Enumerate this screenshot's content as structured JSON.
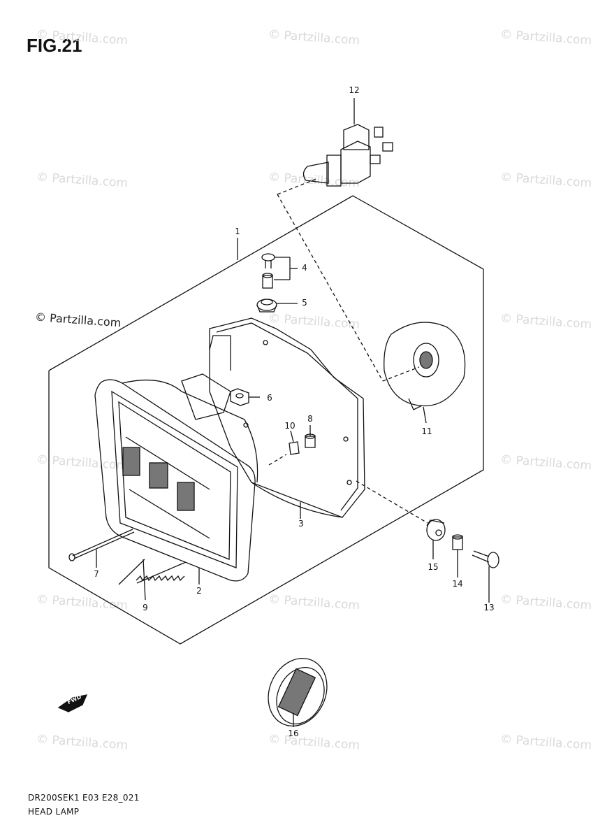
{
  "title": "FIG.21",
  "watermark_text": "© Partzilla.com",
  "parts": [
    {
      "id": "part-1",
      "number": "1"
    },
    {
      "id": "part-2",
      "number": "2"
    },
    {
      "id": "part-3",
      "number": "3"
    },
    {
      "id": "part-4",
      "number": "4"
    },
    {
      "id": "part-5",
      "number": "5"
    },
    {
      "id": "part-6",
      "number": "6"
    },
    {
      "id": "part-7",
      "number": "7"
    },
    {
      "id": "part-8",
      "number": "8"
    },
    {
      "id": "part-9",
      "number": "9"
    },
    {
      "id": "part-10",
      "number": "10"
    },
    {
      "id": "part-11",
      "number": "11"
    },
    {
      "id": "part-12",
      "number": "12"
    },
    {
      "id": "part-13",
      "number": "13"
    },
    {
      "id": "part-14",
      "number": "14"
    },
    {
      "id": "part-15",
      "number": "15"
    },
    {
      "id": "part-16",
      "number": "16"
    }
  ],
  "fwd_label": "FWD",
  "footer": {
    "code": "DR200SEK1 E03 E28_021",
    "name": "HEAD LAMP"
  }
}
